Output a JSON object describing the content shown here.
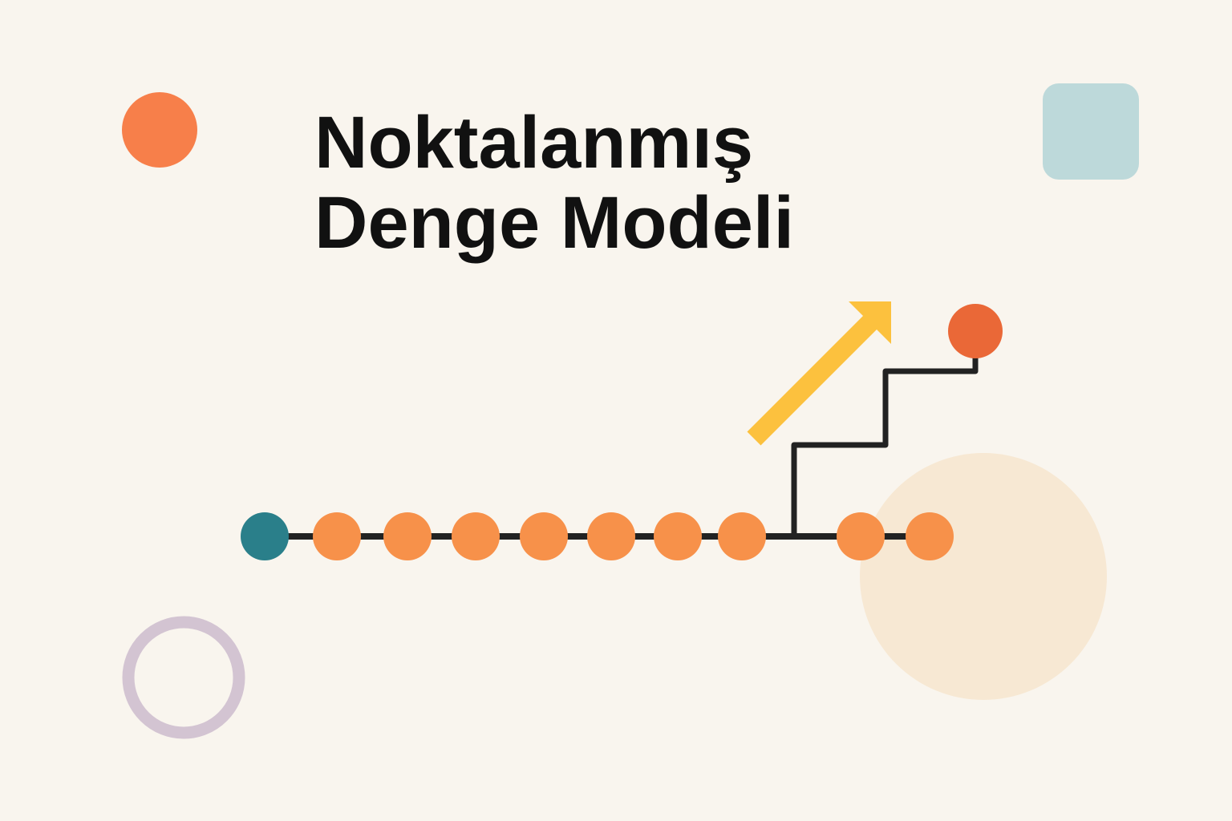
{
  "title": {
    "line1": "Noktalanmış",
    "line2": "Denge Modeli"
  },
  "colors": {
    "background": "#F9F5EE",
    "accent_orange": "#F7914A",
    "start_teal": "#2A7F8A",
    "end_red": "#EA6837",
    "arrow_yellow": "#FCC13E",
    "line": "#222222",
    "deco_circle": "#F77F4A",
    "deco_square": "#BDD9DA",
    "deco_ring": "#D3C4D2",
    "deco_big_circle": "#F7E8D3"
  },
  "timeline": {
    "dot_count": 10,
    "start_dot": "teal",
    "jump_after_dot": 8
  }
}
